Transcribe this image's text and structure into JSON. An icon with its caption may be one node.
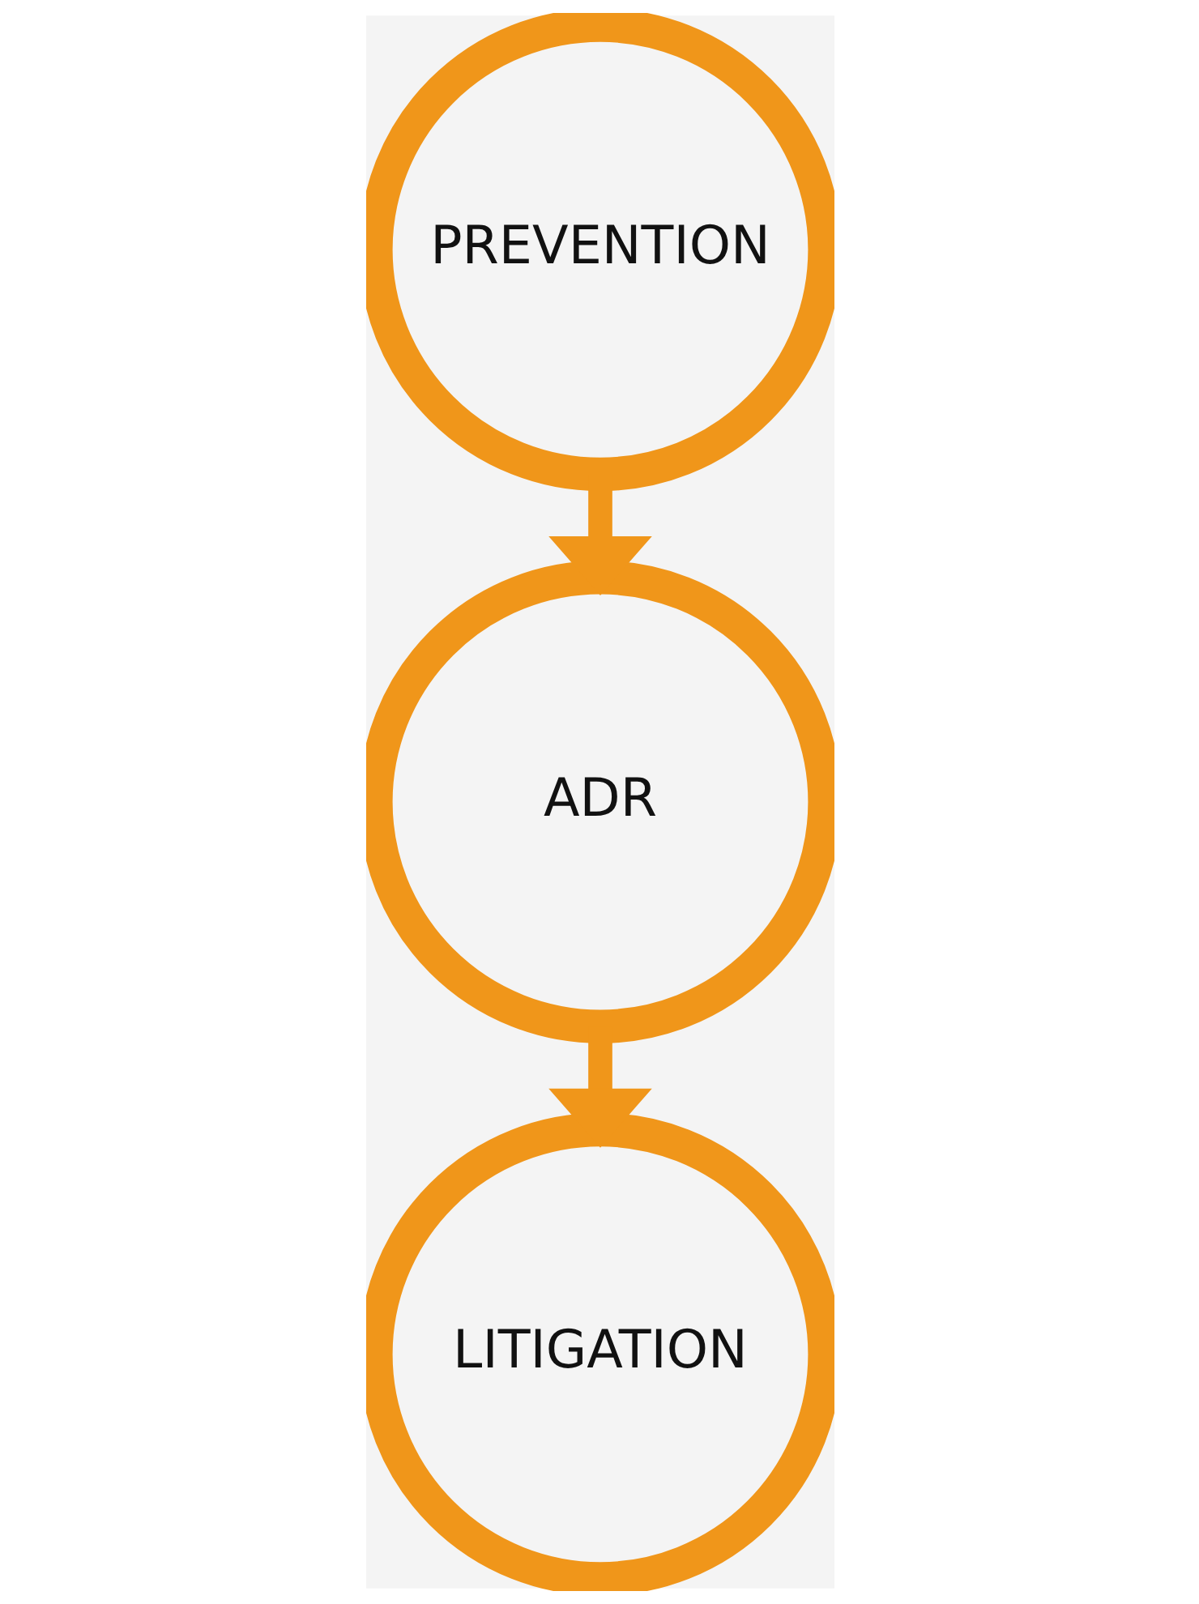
{
  "diagram": {
    "nodes": [
      {
        "text": [
          "PREVENTION"
        ]
      },
      {
        "text": [
          "ADR"
        ]
      },
      {
        "text": [
          "LITIGATION"
        ]
      }
    ],
    "edges": [
      {
        "from": 0,
        "to": 1,
        "arrow": "to"
      },
      {
        "from": 1,
        "to": 2,
        "arrow": "to"
      }
    ]
  }
}
